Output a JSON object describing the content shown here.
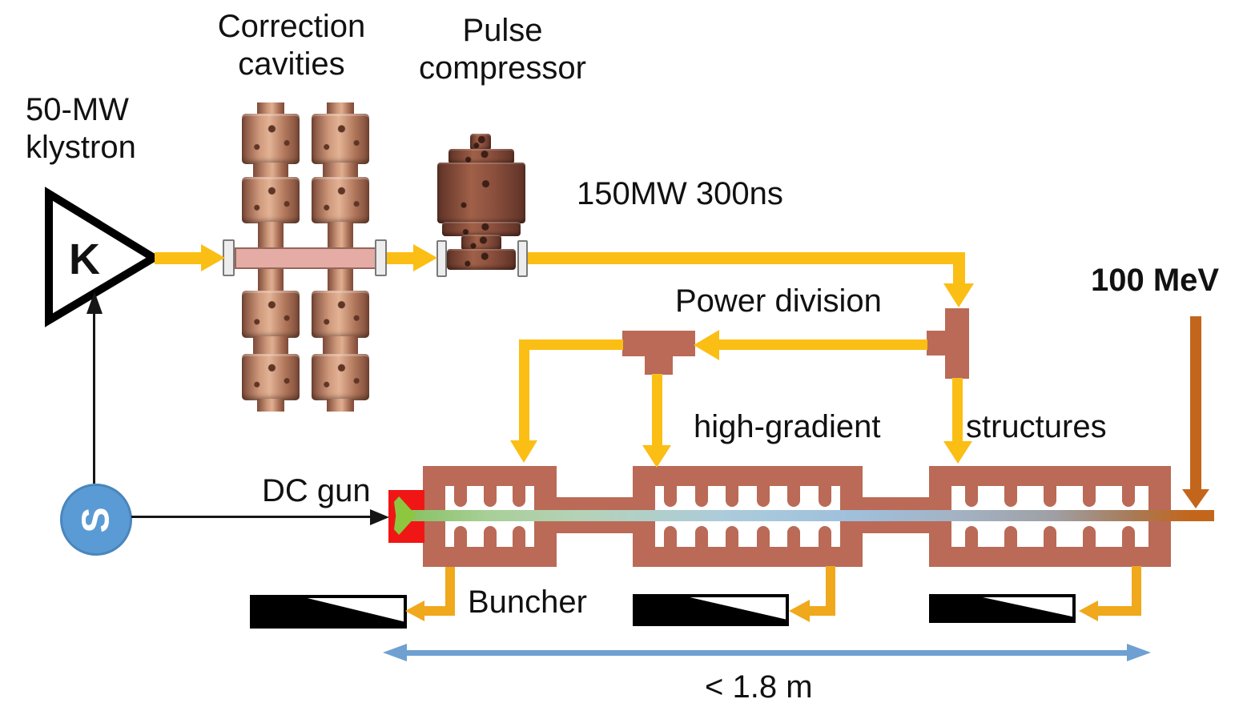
{
  "labels": {
    "correction_cavities_line1": "Correction",
    "correction_cavities_line2": "cavities",
    "pulse_compressor_line1": "Pulse",
    "pulse_compressor_line2": "compressor",
    "klystron_line1": "50-MW",
    "klystron_line2": "klystron",
    "klystron_symbol": "K",
    "pulse_power": "150MW 300ns",
    "power_division": "Power division",
    "output_energy": "100 MeV",
    "high_gradient": "high-gradient",
    "structures": "structures",
    "dc_gun": "DC gun",
    "buncher": "Buncher",
    "total_length": "< 1.8 m",
    "rf_source_symbol": "S"
  },
  "colors": {
    "rf-yellow": "#FBBE14",
    "rf-amber": "#F0A81C",
    "structure-salmon": "#BA6A56",
    "copper-dark": "#7C4A38",
    "copper-light": "#E3B295",
    "compressor-dark": "#5E3226",
    "compressor-light": "#A06048",
    "waveguide-pink": "#E4ACA4",
    "gun-red": "#F01616",
    "beam-green": "#8DC63F",
    "dimension-blue": "#6FA0D2",
    "source-blue": "#5B9BD5",
    "beam-orange": "#C3661C",
    "ink": "#111111"
  }
}
